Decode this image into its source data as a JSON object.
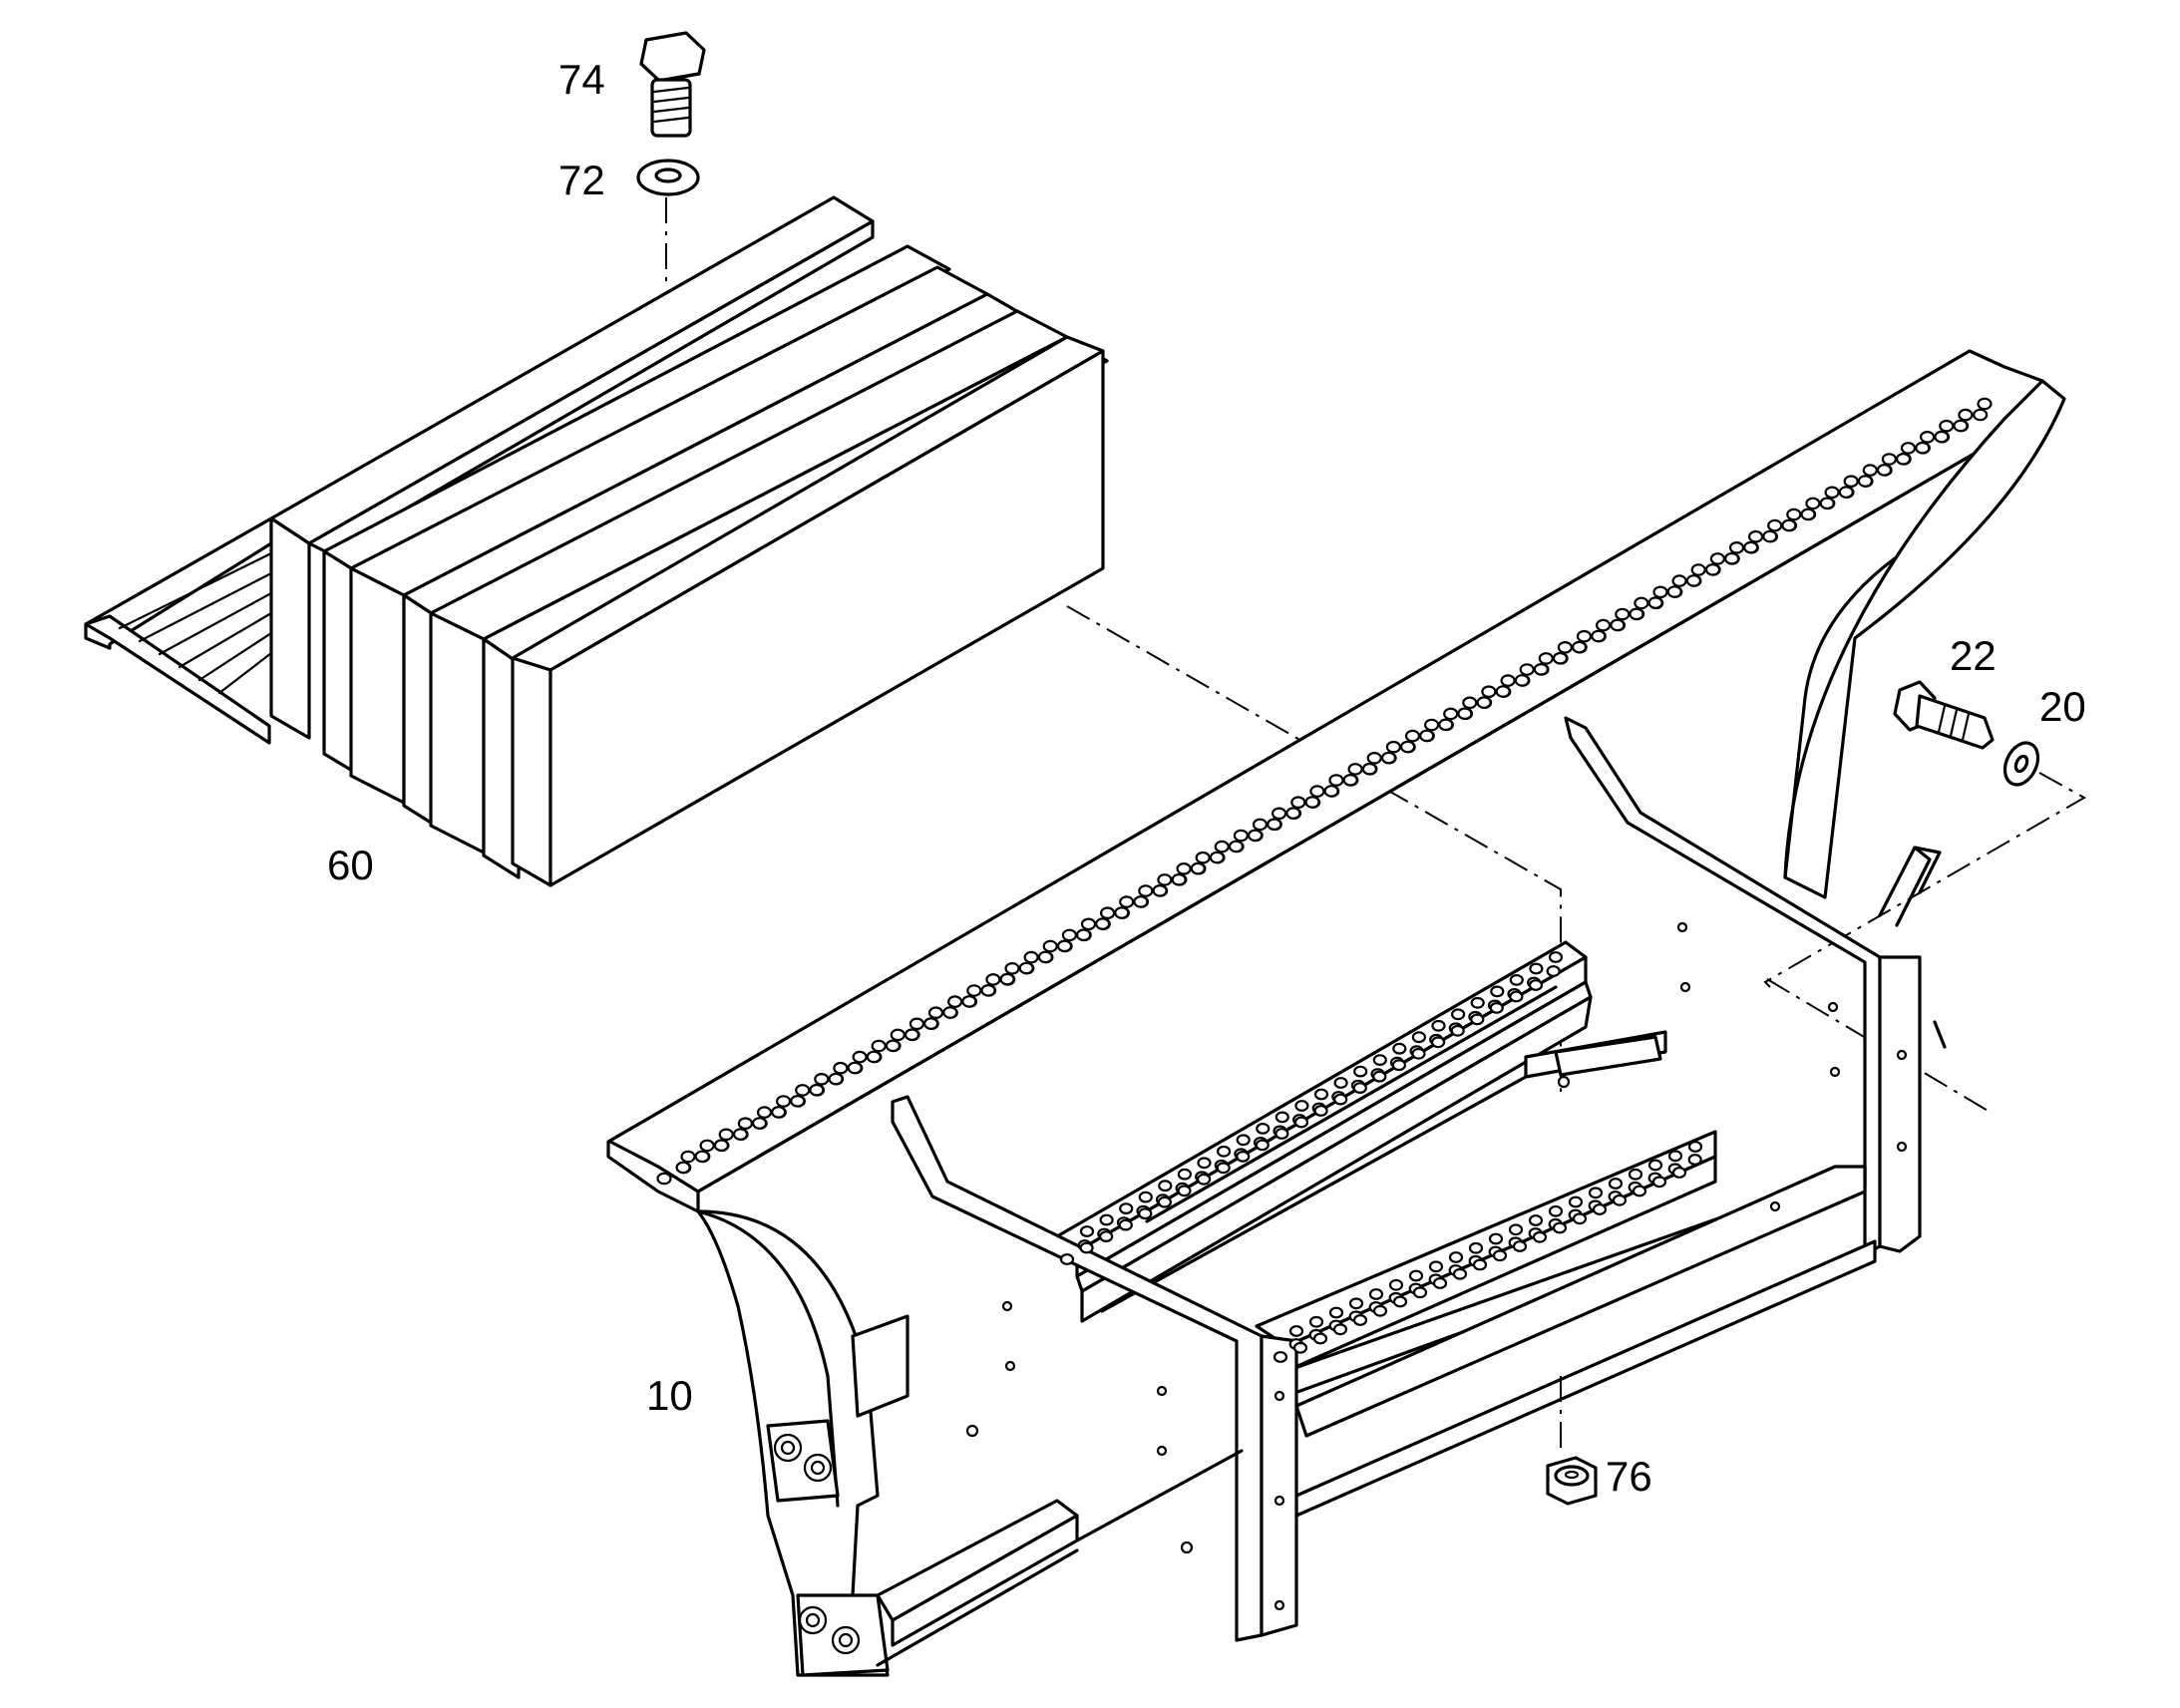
{
  "callouts": [
    {
      "id": "74",
      "label": "74"
    },
    {
      "id": "72",
      "label": "72"
    },
    {
      "id": "60",
      "label": "60"
    },
    {
      "id": "22",
      "label": "22"
    },
    {
      "id": "20",
      "label": "20"
    },
    {
      "id": "10",
      "label": "10"
    },
    {
      "id": "76",
      "label": "76"
    }
  ],
  "colors": {
    "line": "#000000",
    "background": "#ffffff"
  }
}
